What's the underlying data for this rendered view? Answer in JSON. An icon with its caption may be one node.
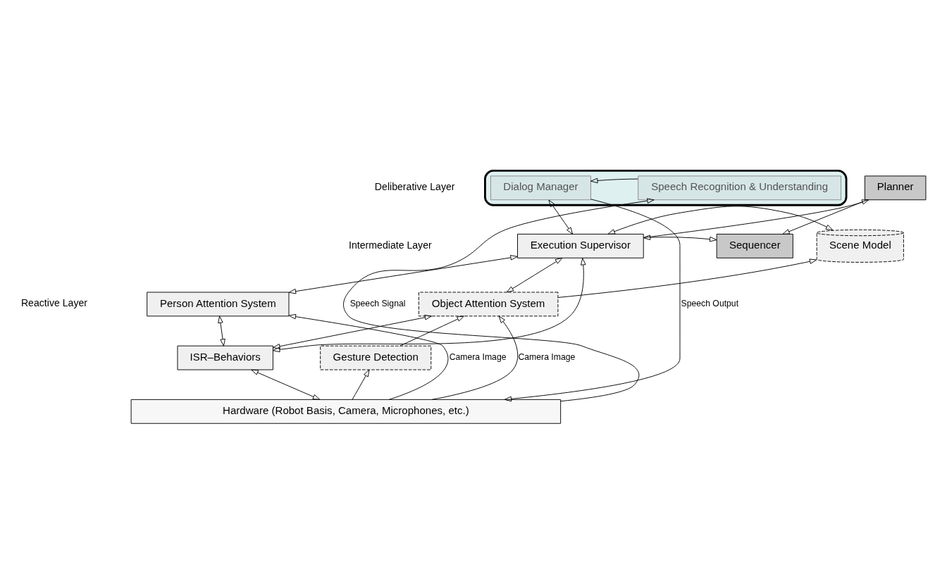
{
  "diagram": {
    "nodes": [
      {
        "text": [],
        "shape": "box"
      },
      {
        "text": [
          "Dialog Manager"
        ],
        "in": 0
      },
      {
        "text": [
          "Speech Recognition & Understanding"
        ],
        "in": 0
      },
      {
        "text": [
          "Planner"
        ]
      },
      {
        "text": [
          "Sequencer"
        ]
      },
      {
        "text": [
          "Execution Supervisor"
        ]
      },
      {
        "text": [
          "Scene Model"
        ]
      },
      {
        "text": [
          "Person Attention System"
        ]
      },
      {
        "text": [
          "Object Attention System"
        ]
      },
      {
        "text": [
          "ISR–Behaviors"
        ]
      },
      {
        "text": [
          "Gesture Detection"
        ]
      },
      {
        "text": [
          "Hardware (Robot Basis, Camera, Microphones, etc.)"
        ]
      }
    ],
    "edges": [
      {
        "from": 2,
        "to": 1,
        "arrow": "to"
      },
      {
        "from": 11,
        "to": 2,
        "arrow": "to",
        "label": "Speech Signal"
      },
      {
        "from": 1,
        "to": 11,
        "arrow": "to",
        "label": "Speech Output"
      },
      {
        "from": 1,
        "to": 5,
        "arrow": "both"
      },
      {
        "from": 5,
        "to": 3,
        "arrow": "to"
      },
      {
        "from": 3,
        "to": 4,
        "arrow": "to"
      },
      {
        "from": 4,
        "to": 5,
        "arrow": "both"
      },
      {
        "from": 5,
        "to": 6,
        "arrow": "both"
      },
      {
        "from": 5,
        "to": 7,
        "arrow": "both"
      },
      {
        "from": 5,
        "to": 9,
        "arrow": "both"
      },
      {
        "from": 5,
        "to": 8,
        "arrow": "both"
      },
      {
        "from": 7,
        "to": 9,
        "arrow": "both"
      },
      {
        "from": 8,
        "to": 9,
        "arrow": "both"
      },
      {
        "from": 8,
        "to": 6,
        "arrow": "to"
      },
      {
        "from": 11,
        "to": 7,
        "arrow": "to",
        "label": "Camera Image"
      },
      {
        "from": 9,
        "to": 11,
        "arrow": "both"
      },
      {
        "from": 10,
        "to": 8,
        "arrow": "to"
      },
      {
        "from": 11,
        "to": 10,
        "arrow": "to"
      },
      {
        "from": 11,
        "to": 8,
        "arrow": "to",
        "label": "Camera Image"
      }
    ],
    "labels": [
      "Deliberative Layer",
      "Intermediate Layer",
      "Reactive Layer"
    ]
  }
}
